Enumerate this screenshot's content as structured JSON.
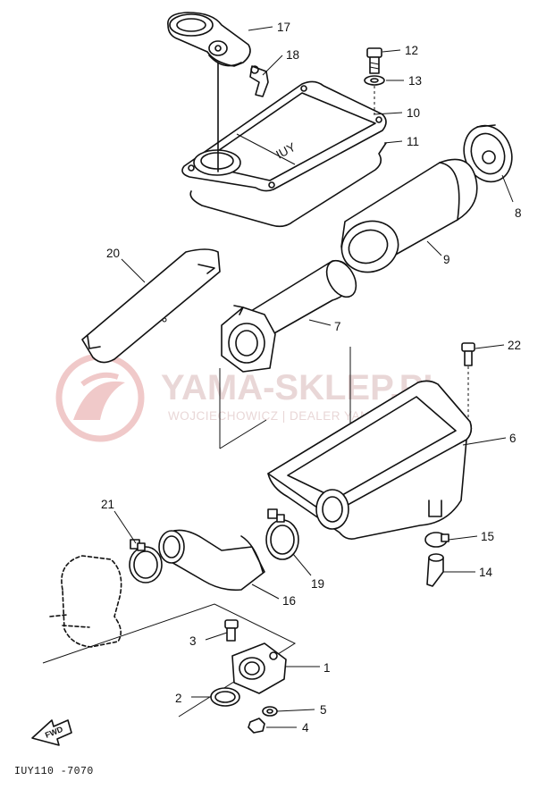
{
  "watermark": {
    "title": "YAMA-SKLEP.PL",
    "subtitle": "WOJCIECHOWICZ | DEALER YAMAHA",
    "color": "#e9d7d7",
    "logo_color": "#f0c9c9"
  },
  "callouts": [
    "17",
    "18",
    "12",
    "13",
    "10",
    "11",
    "8",
    "9",
    "20",
    "7",
    "22",
    "6",
    "21",
    "15",
    "14",
    "19",
    "16",
    "3",
    "1",
    "2",
    "5",
    "4"
  ],
  "cover_stamp": "IUY",
  "fwd_label": "FWD",
  "diagram_code": "IUY110 -7070"
}
